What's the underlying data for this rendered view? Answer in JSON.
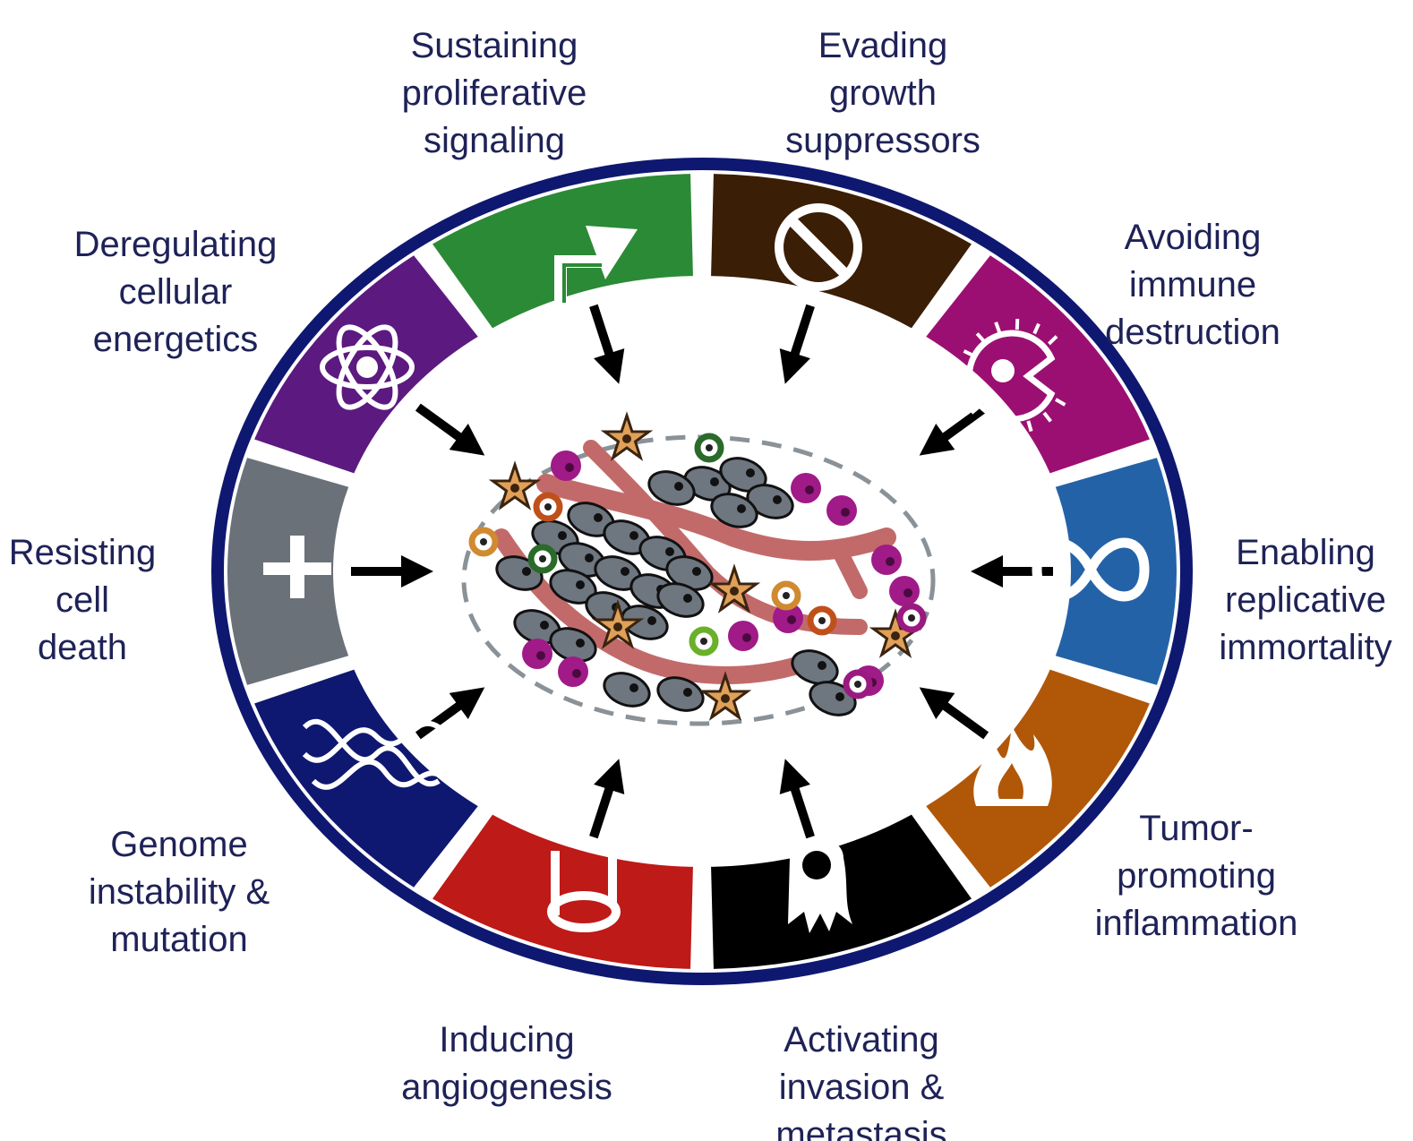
{
  "colors": {
    "ring": "#0f1870",
    "label_text": "#1e2257",
    "arrow": "#000000",
    "background": "#ffffff"
  },
  "hallmarks": [
    {
      "id": "sustaining",
      "icon": "bent-arrow-icon",
      "color": "#2b8a36",
      "lines": [
        "Sustaining",
        "proliferative",
        "signaling"
      ]
    },
    {
      "id": "evading",
      "icon": "no-entry-icon",
      "color": "#3a1e06",
      "lines": [
        "Evading",
        "growth",
        "suppressors"
      ]
    },
    {
      "id": "immune",
      "icon": "immune-cell-icon",
      "color": "#9c0f72",
      "lines": [
        "Avoiding",
        "immune",
        "destruction"
      ]
    },
    {
      "id": "immortality",
      "icon": "infinity-icon",
      "color": "#2462a8",
      "lines": [
        "Enabling",
        "replicative",
        "immortality"
      ]
    },
    {
      "id": "inflammation",
      "icon": "flame-icon",
      "color": "#b15708",
      "lines": [
        "Tumor-",
        "promoting",
        "inflammation"
      ]
    },
    {
      "id": "invasion",
      "icon": "invading-cell-icon",
      "color": "#000000",
      "lines": [
        "Activating",
        "invasion &",
        "metastasis"
      ]
    },
    {
      "id": "angiogenesis",
      "icon": "blood-vessel-icon",
      "color": "#be1a17",
      "lines": [
        "Inducing",
        "angiogenesis"
      ]
    },
    {
      "id": "genome",
      "icon": "dna-icon",
      "color": "#0f1870",
      "lines": [
        "Genome",
        "instability &",
        "mutation"
      ]
    },
    {
      "id": "death",
      "icon": "tombstone-cross-icon",
      "color": "#6a7178",
      "lines": [
        "Resisting",
        "cell",
        "death"
      ]
    },
    {
      "id": "energetics",
      "icon": "atom-icon",
      "color": "#5c1a80",
      "lines": [
        "Deregulating",
        "cellular",
        "energetics"
      ]
    }
  ]
}
